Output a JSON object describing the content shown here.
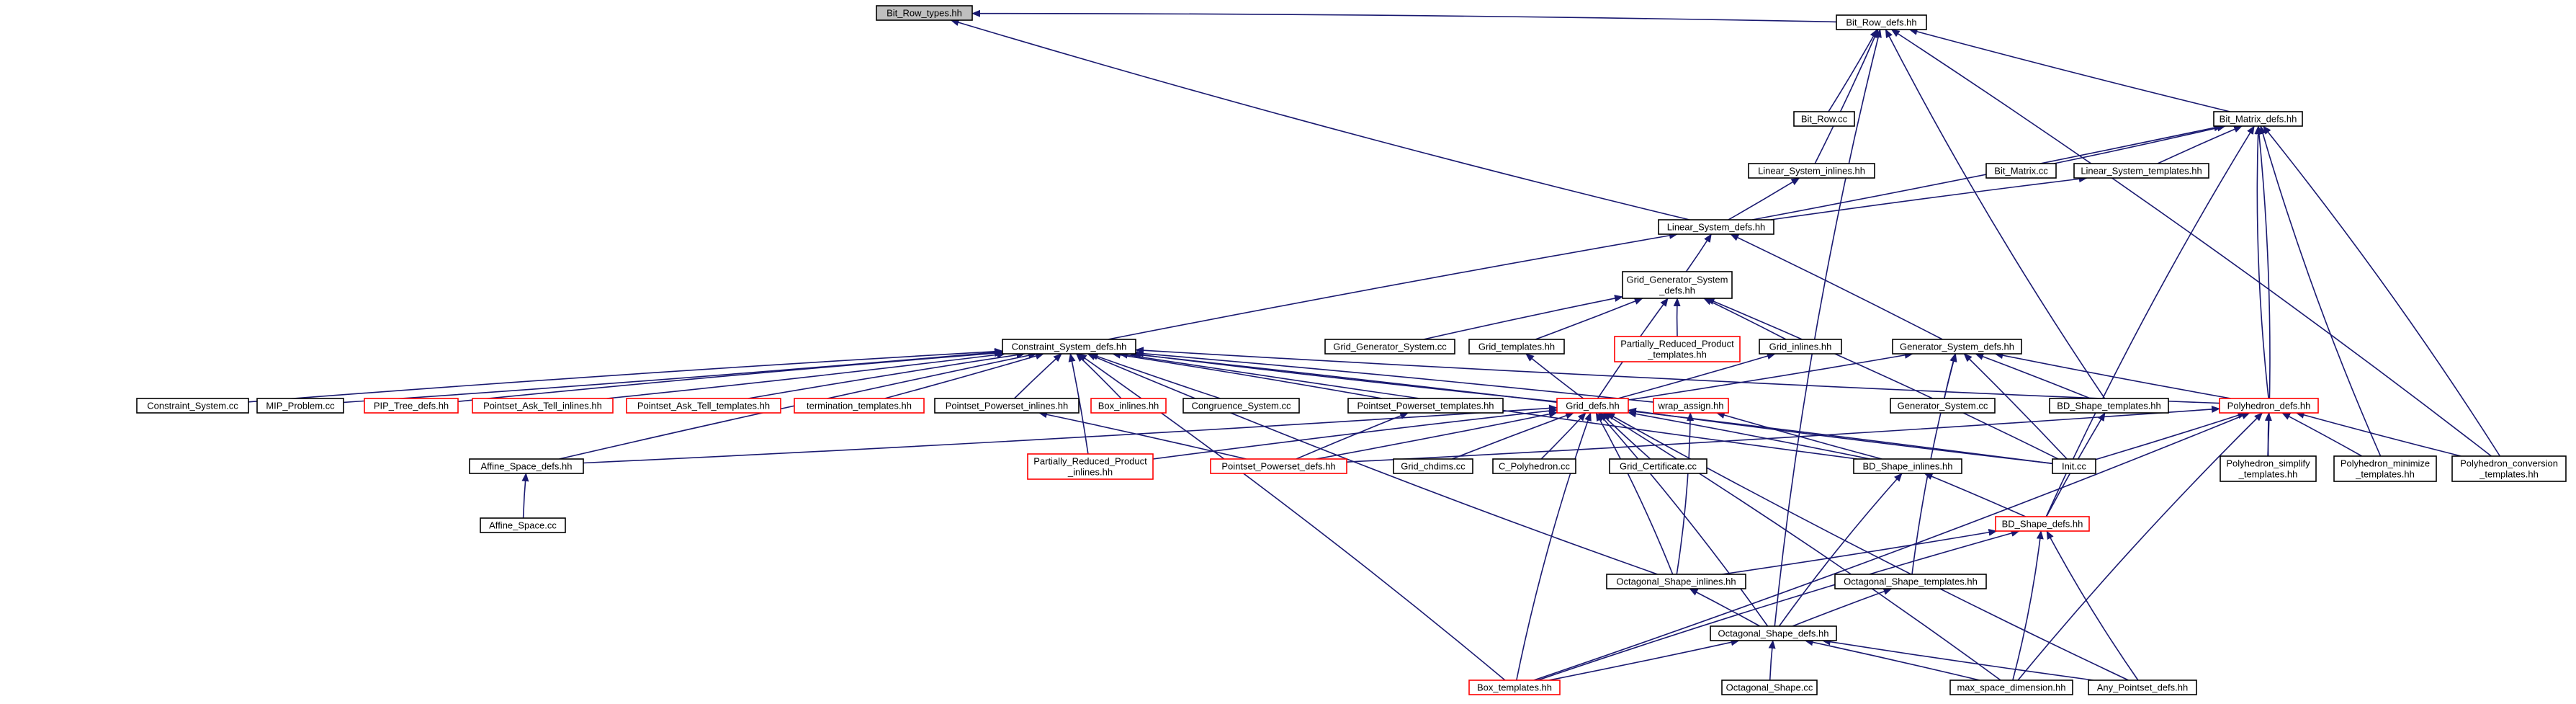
{
  "colors": {
    "edge": "#191970",
    "node_border": "#000000",
    "node_border_truncated": "#ff0000",
    "root_fill": "#bfbfbf",
    "node_fill": "#ffffff"
  },
  "nodes": [
    {
      "id": "bit_row_types",
      "lines": [
        "Bit_Row_types.hh"
      ],
      "style": "root"
    },
    {
      "id": "bit_row_defs",
      "lines": [
        "Bit_Row_defs.hh"
      ],
      "style": "normal"
    },
    {
      "id": "bit_row_cc",
      "lines": [
        "Bit_Row.cc"
      ],
      "style": "normal"
    },
    {
      "id": "bit_matrix_defs",
      "lines": [
        "Bit_Matrix_defs.hh"
      ],
      "style": "normal"
    },
    {
      "id": "linear_system_inlines",
      "lines": [
        "Linear_System_inlines.hh"
      ],
      "style": "normal"
    },
    {
      "id": "bit_matrix_cc",
      "lines": [
        "Bit_Matrix.cc"
      ],
      "style": "normal"
    },
    {
      "id": "linear_system_templates",
      "lines": [
        "Linear_System_templates.hh"
      ],
      "style": "normal"
    },
    {
      "id": "linear_system_defs",
      "lines": [
        "Linear_System_defs.hh"
      ],
      "style": "normal"
    },
    {
      "id": "grid_generator_system_defs",
      "lines": [
        "Grid_Generator_System",
        "_defs.hh"
      ],
      "style": "normal"
    },
    {
      "id": "grid_generator_system_cc",
      "lines": [
        "Grid_Generator_System.cc"
      ],
      "style": "normal"
    },
    {
      "id": "grid_templates",
      "lines": [
        "Grid_templates.hh"
      ],
      "style": "normal"
    },
    {
      "id": "partially_reduced_product_templates",
      "lines": [
        "Partially_Reduced_Product",
        "_templates.hh"
      ],
      "style": "truncated"
    },
    {
      "id": "grid_inlines",
      "lines": [
        "Grid_inlines.hh"
      ],
      "style": "normal"
    },
    {
      "id": "generator_system_defs",
      "lines": [
        "Generator_System_defs.hh"
      ],
      "style": "normal"
    },
    {
      "id": "constraint_system_defs",
      "lines": [
        "Constraint_System_defs.hh"
      ],
      "style": "normal"
    },
    {
      "id": "constraint_system_cc",
      "lines": [
        "Constraint_System.cc"
      ],
      "style": "normal"
    },
    {
      "id": "mip_problem_cc",
      "lines": [
        "MIP_Problem.cc"
      ],
      "style": "normal"
    },
    {
      "id": "pip_tree_defs",
      "lines": [
        "PIP_Tree_defs.hh"
      ],
      "style": "truncated"
    },
    {
      "id": "pointset_ask_tell_inlines",
      "lines": [
        "Pointset_Ask_Tell_inlines.hh"
      ],
      "style": "truncated"
    },
    {
      "id": "pointset_ask_tell_templates",
      "lines": [
        "Pointset_Ask_Tell_templates.hh"
      ],
      "style": "truncated"
    },
    {
      "id": "termination_templates",
      "lines": [
        "termination_templates.hh"
      ],
      "style": "truncated"
    },
    {
      "id": "pointset_powerset_inlines",
      "lines": [
        "Pointset_Powerset_inlines.hh"
      ],
      "style": "normal"
    },
    {
      "id": "box_inlines",
      "lines": [
        "Box_inlines.hh"
      ],
      "style": "truncated"
    },
    {
      "id": "congruence_system_cc",
      "lines": [
        "Congruence_System.cc"
      ],
      "style": "normal"
    },
    {
      "id": "pointset_powerset_templates",
      "lines": [
        "Pointset_Powerset_templates.hh"
      ],
      "style": "normal"
    },
    {
      "id": "grid_defs",
      "lines": [
        "Grid_defs.hh"
      ],
      "style": "truncated"
    },
    {
      "id": "wrap_assign",
      "lines": [
        "wrap_assign.hh"
      ],
      "style": "truncated"
    },
    {
      "id": "generator_system_cc",
      "lines": [
        "Generator_System.cc"
      ],
      "style": "normal"
    },
    {
      "id": "bd_shape_templates",
      "lines": [
        "BD_Shape_templates.hh"
      ],
      "style": "normal"
    },
    {
      "id": "polyhedron_defs",
      "lines": [
        "Polyhedron_defs.hh"
      ],
      "style": "truncated"
    },
    {
      "id": "affine_space_defs",
      "lines": [
        "Affine_Space_defs.hh"
      ],
      "style": "normal"
    },
    {
      "id": "affine_space_cc",
      "lines": [
        "Affine_Space.cc"
      ],
      "style": "normal"
    },
    {
      "id": "partially_reduced_product_inlines",
      "lines": [
        "Partially_Reduced_Product",
        "_inlines.hh"
      ],
      "style": "truncated"
    },
    {
      "id": "pointset_powerset_defs",
      "lines": [
        "Pointset_Powerset_defs.hh"
      ],
      "style": "truncated"
    },
    {
      "id": "grid_chdims_cc",
      "lines": [
        "Grid_chdims.cc"
      ],
      "style": "normal"
    },
    {
      "id": "c_polyhedron_cc",
      "lines": [
        "C_Polyhedron.cc"
      ],
      "style": "normal"
    },
    {
      "id": "grid_certificate_cc",
      "lines": [
        "Grid_Certificate.cc"
      ],
      "style": "normal"
    },
    {
      "id": "bd_shape_inlines",
      "lines": [
        "BD_Shape_inlines.hh"
      ],
      "style": "normal"
    },
    {
      "id": "init_cc",
      "lines": [
        "Init.cc"
      ],
      "style": "normal"
    },
    {
      "id": "polyhedron_simplify_templates",
      "lines": [
        "Polyhedron_simplify",
        "_templates.hh"
      ],
      "style": "normal"
    },
    {
      "id": "polyhedron_minimize_templates",
      "lines": [
        "Polyhedron_minimize",
        "_templates.hh"
      ],
      "style": "normal"
    },
    {
      "id": "polyhedron_conversion_templates",
      "lines": [
        "Polyhedron_conversion",
        "_templates.hh"
      ],
      "style": "normal"
    },
    {
      "id": "bd_shape_defs",
      "lines": [
        "BD_Shape_defs.hh"
      ],
      "style": "truncated"
    },
    {
      "id": "octagonal_shape_inlines",
      "lines": [
        "Octagonal_Shape_inlines.hh"
      ],
      "style": "normal"
    },
    {
      "id": "octagonal_shape_templates",
      "lines": [
        "Octagonal_Shape_templates.hh"
      ],
      "style": "normal"
    },
    {
      "id": "octagonal_shape_defs",
      "lines": [
        "Octagonal_Shape_defs.hh"
      ],
      "style": "normal"
    },
    {
      "id": "box_templates",
      "lines": [
        "Box_templates.hh"
      ],
      "style": "truncated"
    },
    {
      "id": "octagonal_shape_cc",
      "lines": [
        "Octagonal_Shape.cc"
      ],
      "style": "normal"
    },
    {
      "id": "max_space_dimension",
      "lines": [
        "max_space_dimension.hh"
      ],
      "style": "normal"
    },
    {
      "id": "any_pointset_defs",
      "lines": [
        "Any_Pointset_defs.hh"
      ],
      "style": "normal"
    }
  ],
  "edges": [
    [
      "bit_row_defs",
      "bit_row_types"
    ],
    [
      "linear_system_defs",
      "bit_row_types"
    ],
    [
      "bit_row_cc",
      "bit_row_defs"
    ],
    [
      "bit_matrix_defs",
      "bit_row_defs"
    ],
    [
      "linear_system_inlines",
      "bit_row_defs"
    ],
    [
      "bd_shape_templates",
      "bit_row_defs"
    ],
    [
      "polyhedron_conversion_templates",
      "bit_row_defs"
    ],
    [
      "octagonal_shape_defs",
      "bit_row_defs"
    ],
    [
      "bit_matrix_cc",
      "bit_matrix_defs"
    ],
    [
      "linear_system_templates",
      "bit_matrix_defs"
    ],
    [
      "linear_system_defs",
      "bit_matrix_defs"
    ],
    [
      "polyhedron_defs",
      "bit_matrix_defs"
    ],
    [
      "polyhedron_simplify_templates",
      "bit_matrix_defs"
    ],
    [
      "polyhedron_minimize_templates",
      "bit_matrix_defs"
    ],
    [
      "polyhedron_conversion_templates",
      "bit_matrix_defs"
    ],
    [
      "bd_shape_defs",
      "bit_matrix_defs"
    ],
    [
      "linear_system_defs",
      "linear_system_inlines"
    ],
    [
      "linear_system_defs",
      "linear_system_templates"
    ],
    [
      "grid_generator_system_defs",
      "linear_system_defs"
    ],
    [
      "constraint_system_defs",
      "linear_system_defs"
    ],
    [
      "generator_system_defs",
      "linear_system_defs"
    ],
    [
      "grid_generator_system_cc",
      "grid_generator_system_defs"
    ],
    [
      "grid_templates",
      "grid_generator_system_defs"
    ],
    [
      "partially_reduced_product_templates",
      "grid_generator_system_defs"
    ],
    [
      "grid_inlines",
      "grid_generator_system_defs"
    ],
    [
      "grid_defs",
      "grid_generator_system_defs"
    ],
    [
      "init_cc",
      "grid_generator_system_defs"
    ],
    [
      "grid_defs",
      "grid_templates"
    ],
    [
      "grid_defs",
      "grid_inlines"
    ],
    [
      "generator_system_cc",
      "generator_system_defs"
    ],
    [
      "bd_shape_templates",
      "generator_system_defs"
    ],
    [
      "polyhedron_defs",
      "generator_system_defs"
    ],
    [
      "init_cc",
      "generator_system_defs"
    ],
    [
      "octagonal_shape_templates",
      "generator_system_defs"
    ],
    [
      "grid_defs",
      "generator_system_defs"
    ],
    [
      "constraint_system_cc",
      "constraint_system_defs"
    ],
    [
      "mip_problem_cc",
      "constraint_system_defs"
    ],
    [
      "pip_tree_defs",
      "constraint_system_defs"
    ],
    [
      "pointset_ask_tell_inlines",
      "constraint_system_defs"
    ],
    [
      "pointset_ask_tell_templates",
      "constraint_system_defs"
    ],
    [
      "termination_templates",
      "constraint_system_defs"
    ],
    [
      "pointset_powerset_inlines",
      "constraint_system_defs"
    ],
    [
      "box_inlines",
      "constraint_system_defs"
    ],
    [
      "congruence_system_cc",
      "constraint_system_defs"
    ],
    [
      "pointset_powerset_templates",
      "constraint_system_defs"
    ],
    [
      "grid_defs",
      "constraint_system_defs"
    ],
    [
      "wrap_assign",
      "constraint_system_defs"
    ],
    [
      "polyhedron_defs",
      "constraint_system_defs"
    ],
    [
      "init_cc",
      "constraint_system_defs"
    ],
    [
      "affine_space_defs",
      "constraint_system_defs"
    ],
    [
      "partially_reduced_product_inlines",
      "constraint_system_defs"
    ],
    [
      "bd_shape_inlines",
      "constraint_system_defs"
    ],
    [
      "box_templates",
      "constraint_system_defs"
    ],
    [
      "octagonal_shape_inlines",
      "constraint_system_defs"
    ],
    [
      "pointset_powerset_defs",
      "pointset_powerset_inlines"
    ],
    [
      "pointset_powerset_defs",
      "pointset_powerset_templates"
    ],
    [
      "affine_space_defs",
      "grid_defs"
    ],
    [
      "partially_reduced_product_inlines",
      "grid_defs"
    ],
    [
      "pointset_powerset_defs",
      "grid_defs"
    ],
    [
      "grid_chdims_cc",
      "grid_defs"
    ],
    [
      "c_polyhedron_cc",
      "grid_defs"
    ],
    [
      "grid_certificate_cc",
      "grid_defs"
    ],
    [
      "bd_shape_inlines",
      "grid_defs"
    ],
    [
      "init_cc",
      "grid_defs"
    ],
    [
      "octagonal_shape_inlines",
      "grid_defs"
    ],
    [
      "box_templates",
      "grid_defs"
    ],
    [
      "max_space_dimension",
      "grid_defs"
    ],
    [
      "any_pointset_defs",
      "grid_defs"
    ],
    [
      "octagonal_shape_defs",
      "grid_defs"
    ],
    [
      "bd_shape_inlines",
      "wrap_assign"
    ],
    [
      "octagonal_shape_inlines",
      "wrap_assign"
    ],
    [
      "bd_shape_defs",
      "bd_shape_templates"
    ],
    [
      "init_cc",
      "polyhedron_defs"
    ],
    [
      "polyhedron_simplify_templates",
      "polyhedron_defs"
    ],
    [
      "polyhedron_minimize_templates",
      "polyhedron_defs"
    ],
    [
      "polyhedron_conversion_templates",
      "polyhedron_defs"
    ],
    [
      "box_templates",
      "polyhedron_defs"
    ],
    [
      "max_space_dimension",
      "polyhedron_defs"
    ],
    [
      "pointset_powerset_defs",
      "polyhedron_defs"
    ],
    [
      "affine_space_cc",
      "affine_space_defs"
    ],
    [
      "bd_shape_defs",
      "bd_shape_inlines"
    ],
    [
      "octagonal_shape_defs",
      "bd_shape_inlines"
    ],
    [
      "octagonal_shape_inlines",
      "bd_shape_defs"
    ],
    [
      "box_templates",
      "bd_shape_defs"
    ],
    [
      "max_space_dimension",
      "bd_shape_defs"
    ],
    [
      "any_pointset_defs",
      "bd_shape_defs"
    ],
    [
      "octagonal_shape_defs",
      "octagonal_shape_inlines"
    ],
    [
      "octagonal_shape_defs",
      "octagonal_shape_templates"
    ],
    [
      "box_templates",
      "octagonal_shape_defs"
    ],
    [
      "octagonal_shape_cc",
      "octagonal_shape_defs"
    ],
    [
      "max_space_dimension",
      "octagonal_shape_defs"
    ],
    [
      "any_pointset_defs",
      "octagonal_shape_defs"
    ]
  ]
}
